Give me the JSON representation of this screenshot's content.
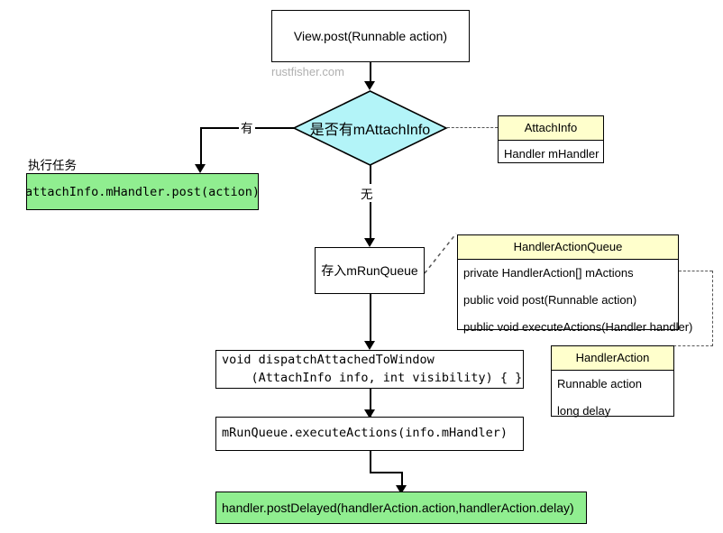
{
  "watermark": "rustfisher.com",
  "nodes": {
    "start": {
      "label": "View.post(Runnable action)"
    },
    "decision": {
      "label": "是否有mAttachInfo"
    },
    "branch_yes": {
      "label": "有"
    },
    "branch_no": {
      "label": "无"
    },
    "exec_task_caption": {
      "label": "执行任务"
    },
    "exec_task": {
      "label": "attachInfo.mHandler.post(action)"
    },
    "store_queue": {
      "label": "存入mRunQueue"
    },
    "dispatch": {
      "line1": "void dispatchAttachedToWindow",
      "line2": "    (AttachInfo info, int visibility) { }"
    },
    "execute_actions": {
      "label": "mRunQueue.executeActions(info.mHandler)"
    },
    "post_delayed": {
      "label": "handler.postDelayed(handlerAction.action,handlerAction.delay)"
    }
  },
  "classes": {
    "attach_info": {
      "title": "AttachInfo",
      "rows": [
        "Handler mHandler"
      ]
    },
    "handler_action_queue": {
      "title": "HandlerActionQueue",
      "rows": [
        "private HandlerAction[] mActions",
        "public void post(Runnable action)",
        "public void executeActions(Handler handler)"
      ]
    },
    "handler_action": {
      "title": "HandlerAction",
      "rows": [
        "Runnable action",
        "long delay"
      ]
    }
  },
  "colors": {
    "decision_fill": "#b3f4f8",
    "green_fill": "#90ee90",
    "uml_header_fill": "#ffffcc",
    "stroke": "#000000",
    "dashed_stroke": "#555555",
    "watermark": "#b0b0b0"
  }
}
